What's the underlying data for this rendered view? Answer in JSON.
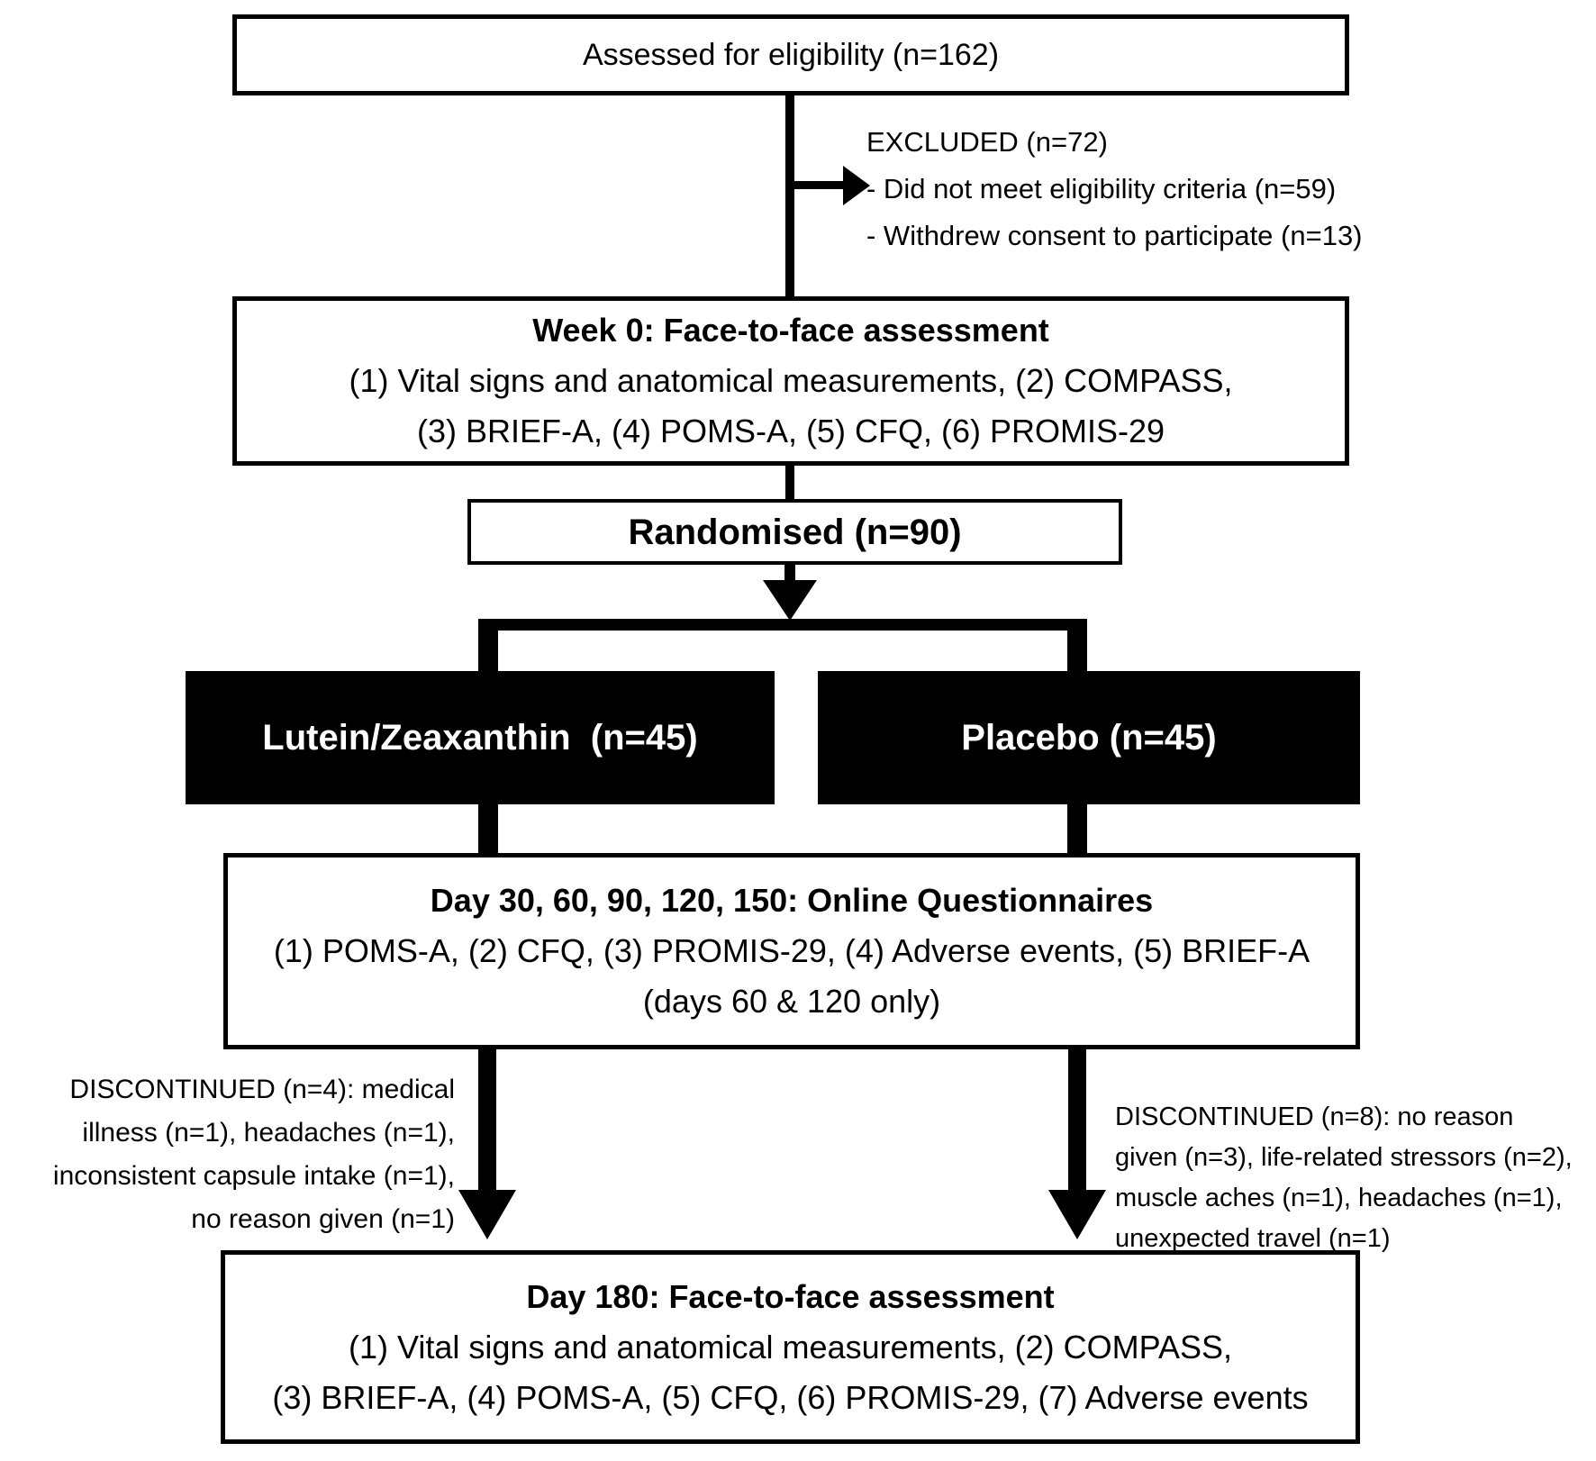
{
  "diagram": {
    "title_hint": "Participant flow diagram",
    "colors": {
      "foreground": "#000000",
      "background": "#ffffff",
      "arm_box_bg": "#000000",
      "arm_box_text": "#ffffff"
    },
    "assessed": {
      "text": "Assessed for eligibility (n=162)"
    },
    "excluded": {
      "heading": "EXCLUDED (n=72)",
      "items": [
        "- Did not meet eligibility criteria (n=59)",
        "- Withdrew consent to participate (n=13)"
      ]
    },
    "week0": {
      "title": "Week 0: Face-to-face assessment",
      "lines": [
        "(1) Vital signs and anatomical measurements, (2) COMPASS,",
        "(3) BRIEF-A, (4) POMS-A, (5) CFQ, (6) PROMIS-29"
      ]
    },
    "randomised": {
      "text": "Randomised (n=90)"
    },
    "arm_left": {
      "text": "Lutein/Zeaxanthin  (n=45)"
    },
    "arm_right": {
      "text": "Placebo (n=45)"
    },
    "day30": {
      "title": "Day 30, 60, 90, 120, 150: Online Questionnaires",
      "lines": [
        "(1) POMS-A, (2) CFQ, (3) PROMIS-29, (4) Adverse events, (5) BRIEF-A",
        "(days 60 & 120 only)"
      ]
    },
    "discontinued_left": {
      "lines": [
        "DISCONTINUED (n=4): medical",
        "illness (n=1), headaches (n=1),",
        "inconsistent capsule intake (n=1),",
        "no reason given (n=1)"
      ]
    },
    "discontinued_right": {
      "lines": [
        "DISCONTINUED (n=8): no reason",
        "given (n=3), life-related stressors (n=2),",
        "muscle aches (n=1), headaches (n=1),",
        "unexpected travel (n=1)"
      ]
    },
    "day180": {
      "title": "Day 180: Face-to-face assessment",
      "lines": [
        "(1) Vital signs and anatomical measurements, (2) COMPASS,",
        "(3) BRIEF-A, (4) POMS-A, (5) CFQ, (6) PROMIS-29, (7) Adverse events"
      ]
    }
  }
}
